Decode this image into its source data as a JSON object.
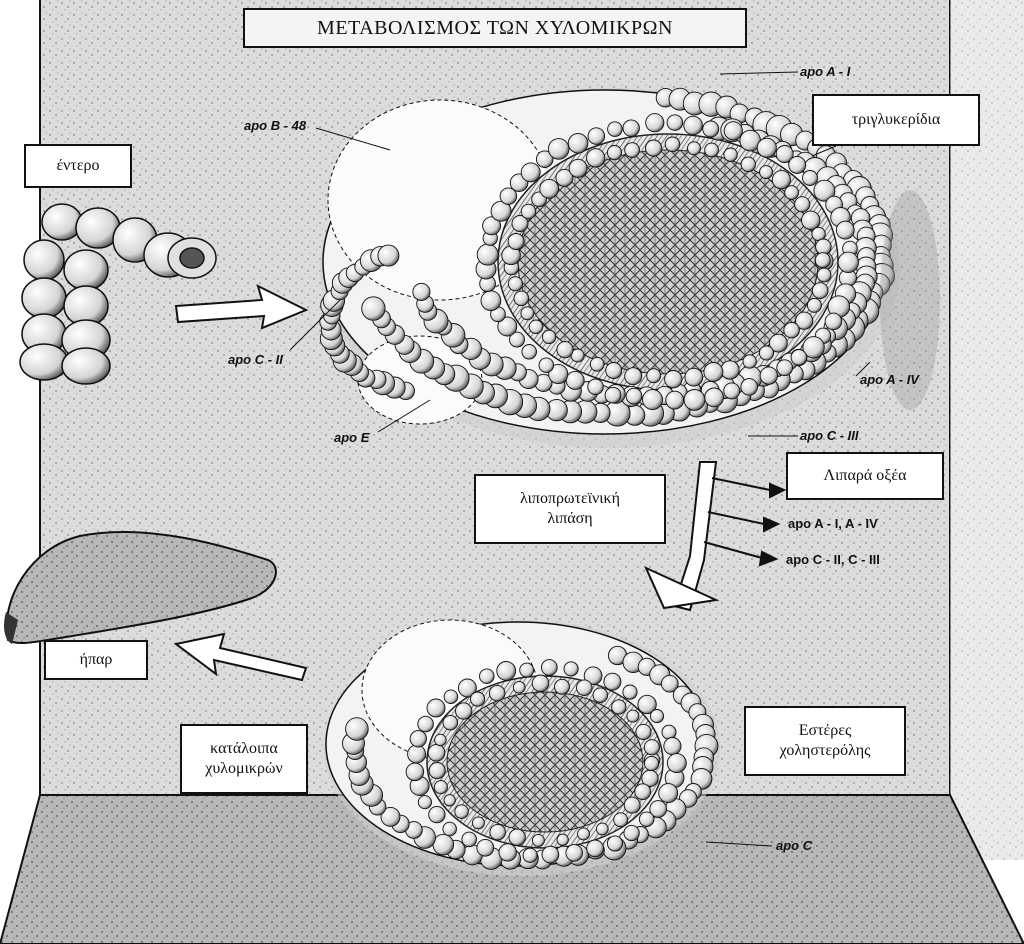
{
  "title": "ΜΕΤΑΒΟΛΙΣΜΟΣ ΤΩΝ ΧΥΛΟΜΙΚΡΩΝ",
  "boxes": {
    "intestine": "έντερο",
    "triglycerides": "τριγλυκερίδια",
    "lipoprotein_lipase_line1": "λιποπρωτεϊνική",
    "lipoprotein_lipase_line2": "λιπάση",
    "fatty_acids": "Λιπαρά οξέα",
    "liver": "ήπαρ",
    "remnants_line1": "κατάλοιπα",
    "remnants_line2": "χυλομικρών",
    "cholesterol_esters_line1": "Εστέρες",
    "cholesterol_esters_line2": "χοληστερόλης"
  },
  "labels": {
    "apo_a1": "apo A - I",
    "apo_b48": "apo B - 48",
    "apo_c2": "apo C - II",
    "apo_e": "apo E",
    "apo_a4": "apo A - IV",
    "apo_c3": "apo C - III",
    "apo_c": "apo C",
    "released_apo_a": "apo A - I, A - IV",
    "released_apo_c": "apo C - II, C - III"
  },
  "colors": {
    "ink": "#111111",
    "backdrop": "#d9d9d9",
    "floor": "#bdbdbd",
    "paper": "#ffffff"
  }
}
